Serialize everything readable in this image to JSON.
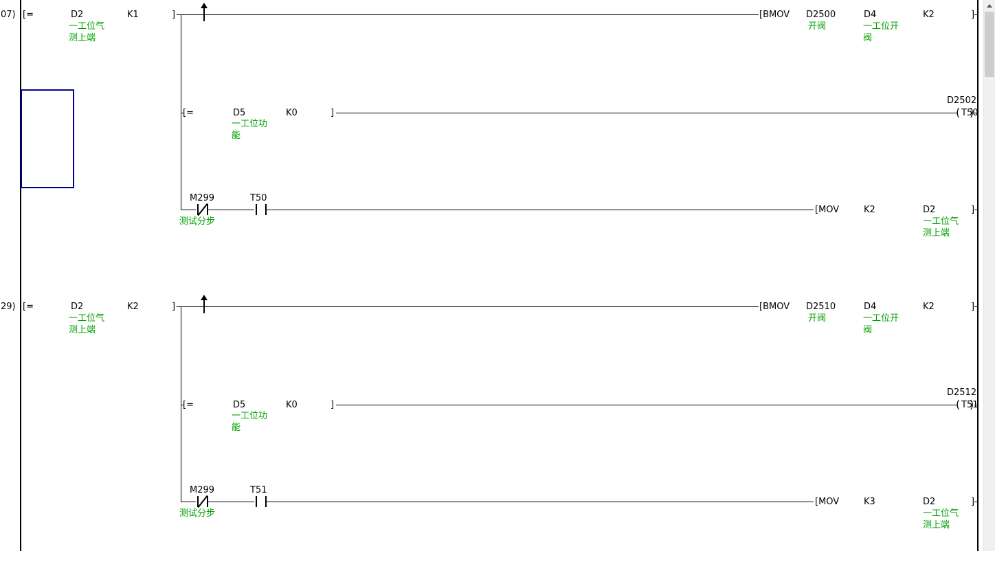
{
  "colors": {
    "comment_green": "#00a000",
    "selection_blue": "#000090",
    "line_black": "#000000"
  },
  "rungs": [
    {
      "step": "07)",
      "cmp1": {
        "open": "[=",
        "a": "D2",
        "b": "K1",
        "close": "]"
      },
      "cmp1_c1": "一工位气",
      "cmp1_c2": "测上端",
      "bmov": {
        "open": "[BMOV",
        "a": "D2500",
        "b": "D4",
        "c": "K2",
        "close": "]"
      },
      "bmov_ca": "开阀",
      "bmov_cb1": "一工位开",
      "bmov_cb2": "阀",
      "cmp2": {
        "open": "[=",
        "a": "D5",
        "b": "K0",
        "close": "]"
      },
      "cmp2_c1": "一工位功",
      "cmp2_c2": "能",
      "coil": {
        "top": "D2502",
        "open": "(",
        "name": "T50",
        "close": ")"
      },
      "nc": {
        "name": "M299",
        "comment": "测试分步"
      },
      "no": {
        "name": "T50"
      },
      "mov": {
        "open": "[MOV",
        "a": "K2",
        "b": "D2",
        "close": "]"
      },
      "mov_c1": "一工位气",
      "mov_c2": "测上端"
    },
    {
      "step": "29)",
      "cmp1": {
        "open": "[=",
        "a": "D2",
        "b": "K2",
        "close": "]"
      },
      "cmp1_c1": "一工位气",
      "cmp1_c2": "测上端",
      "bmov": {
        "open": "[BMOV",
        "a": "D2510",
        "b": "D4",
        "c": "K2",
        "close": "]"
      },
      "bmov_ca": "开阀",
      "bmov_cb1": "一工位开",
      "bmov_cb2": "阀",
      "cmp2": {
        "open": "[=",
        "a": "D5",
        "b": "K0",
        "close": "]"
      },
      "cmp2_c1": "一工位功",
      "cmp2_c2": "能",
      "coil": {
        "top": "D2512",
        "open": "(",
        "name": "T51",
        "close": ")"
      },
      "nc": {
        "name": "M299",
        "comment": "测试分步"
      },
      "no": {
        "name": "T51"
      },
      "mov": {
        "open": "[MOV",
        "a": "K3",
        "b": "D2",
        "close": "]"
      },
      "mov_c1": "一工位气",
      "mov_c2": "测上端"
    }
  ]
}
